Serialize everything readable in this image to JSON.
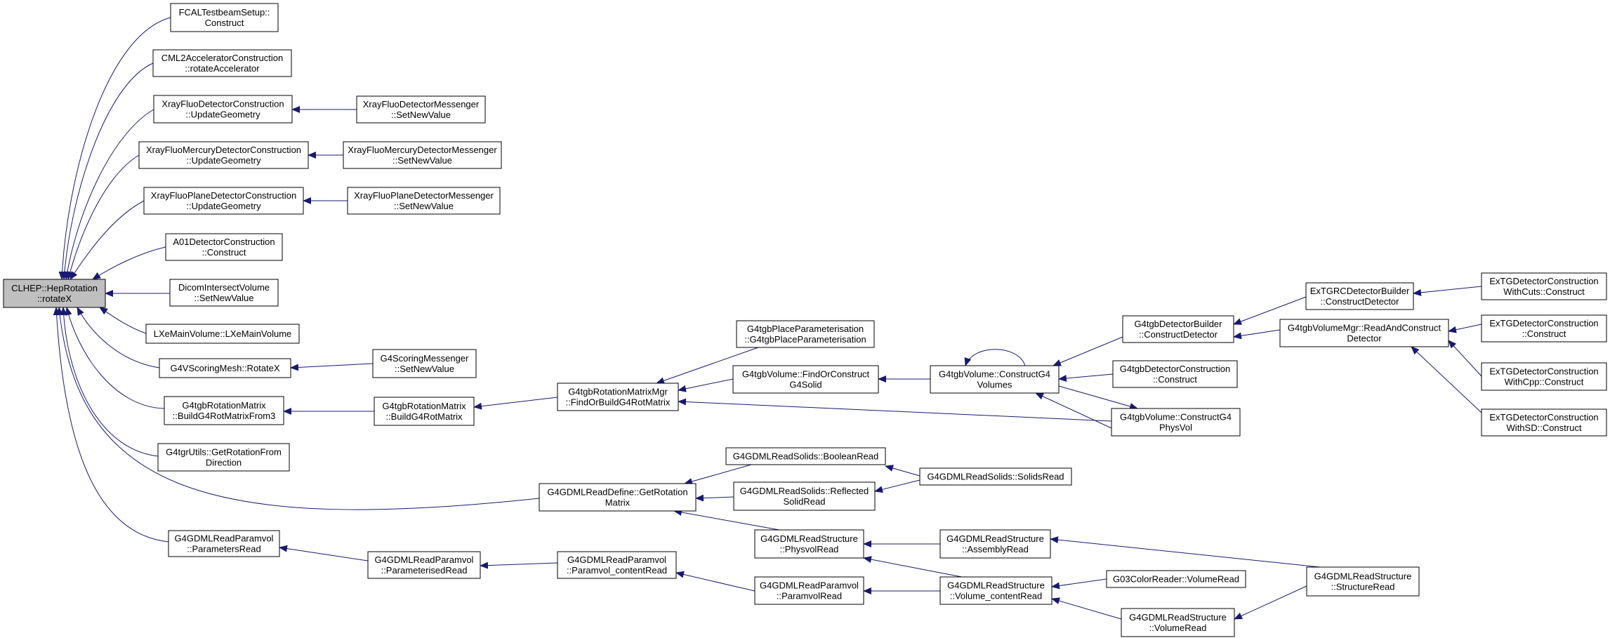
{
  "colors": {
    "edge": "#191970",
    "node_border": "#000000",
    "node_fill": "#ffffff",
    "root_fill": "#bfbfbf",
    "text": "#000000"
  },
  "nodes": [
    {
      "id": "root",
      "lines": [
        "CLHEP::HepRotation",
        "::rotateX"
      ],
      "root": true
    },
    {
      "id": "fcal",
      "lines": [
        "FCALTestbeamSetup::",
        "Construct"
      ]
    },
    {
      "id": "cml2",
      "lines": [
        "CML2AcceleratorConstruction",
        "::rotateAccelerator"
      ]
    },
    {
      "id": "xfdc",
      "lines": [
        "XrayFluoDetectorConstruction",
        "::UpdateGeometry"
      ]
    },
    {
      "id": "xfdm",
      "lines": [
        "XrayFluoDetectorMessenger",
        "::SetNewValue"
      ]
    },
    {
      "id": "xfmdc",
      "lines": [
        "XrayFluoMercuryDetectorConstruction",
        "::UpdateGeometry"
      ]
    },
    {
      "id": "xfmdm",
      "lines": [
        "XrayFluoMercuryDetectorMessenger",
        "::SetNewValue"
      ]
    },
    {
      "id": "xfpdc",
      "lines": [
        "XrayFluoPlaneDetectorConstruction",
        "::UpdateGeometry"
      ]
    },
    {
      "id": "xfpdm",
      "lines": [
        "XrayFluoPlaneDetectorMessenger",
        "::SetNewValue"
      ]
    },
    {
      "id": "a01",
      "lines": [
        "A01DetectorConstruction",
        "::Construct"
      ]
    },
    {
      "id": "dicom",
      "lines": [
        "DicomIntersectVolume",
        "::SetNewValue"
      ]
    },
    {
      "id": "lxe",
      "lines": [
        "LXeMainVolume::LXeMainVolume"
      ]
    },
    {
      "id": "g4vsm",
      "lines": [
        "G4VScoringMesh::RotateX"
      ]
    },
    {
      "id": "g4sm",
      "lines": [
        "G4ScoringMessenger",
        "::SetNewValue"
      ]
    },
    {
      "id": "rm3",
      "lines": [
        "G4tgbRotationMatrix",
        "::BuildG4RotMatrixFrom3"
      ]
    },
    {
      "id": "rmb",
      "lines": [
        "G4tgbRotationMatrix",
        "::BuildG4RotMatrix"
      ]
    },
    {
      "id": "rmm",
      "lines": [
        "G4tgbRotationMatrixMgr",
        "::FindOrBuildG4RotMatrix"
      ]
    },
    {
      "id": "gru",
      "lines": [
        "G4tgrUtils::GetRotationFrom",
        "Direction"
      ]
    },
    {
      "id": "gdmld",
      "lines": [
        "G4GDMLReadDefine::GetRotation",
        "Matrix"
      ]
    },
    {
      "id": "prpar",
      "lines": [
        "G4GDMLReadParamvol",
        "::ParametersRead"
      ]
    },
    {
      "id": "prparam",
      "lines": [
        "G4GDMLReadParamvol",
        "::ParameterisedRead"
      ]
    },
    {
      "id": "prpcr",
      "lines": [
        "G4GDMLReadParamvol",
        "::Paramvol_contentRead"
      ]
    },
    {
      "id": "prpv",
      "lines": [
        "G4GDMLReadParamvol",
        "::ParamvolRead"
      ]
    },
    {
      "id": "tgpp",
      "lines": [
        "G4tgbPlaceParameterisation",
        "::G4tgbPlaceParameterisation"
      ]
    },
    {
      "id": "tgfoc",
      "lines": [
        "G4tgbVolume::FindOrConstruct",
        "G4Solid"
      ]
    },
    {
      "id": "tgcv",
      "lines": [
        "G4tgbVolume::ConstructG4",
        "Volumes"
      ]
    },
    {
      "id": "tgdb",
      "lines": [
        "G4tgbDetectorBuilder",
        "::ConstructDetector"
      ]
    },
    {
      "id": "tgdc",
      "lines": [
        "G4tgbDetectorConstruction",
        "::Construct"
      ]
    },
    {
      "id": "tgcpv",
      "lines": [
        "G4tgbVolume::ConstructG4",
        "PhysVol"
      ]
    },
    {
      "id": "extgrc",
      "lines": [
        "ExTGRCDetectorBuilder",
        "::ConstructDetector"
      ]
    },
    {
      "id": "tgvm",
      "lines": [
        "G4tgbVolumeMgr::ReadAndConstruct",
        "Detector"
      ]
    },
    {
      "id": "excuts",
      "lines": [
        "ExTGDetectorConstruction",
        "WithCuts::Construct"
      ]
    },
    {
      "id": "exc",
      "lines": [
        "ExTGDetectorConstruction",
        "::Construct"
      ]
    },
    {
      "id": "excpp",
      "lines": [
        "ExTGDetectorConstruction",
        "WithCpp::Construct"
      ]
    },
    {
      "id": "exsd",
      "lines": [
        "ExTGDetectorConstruction",
        "WithSD::Construct"
      ]
    },
    {
      "id": "rsbool",
      "lines": [
        "G4GDMLReadSolids::BooleanRead"
      ]
    },
    {
      "id": "rsrefl",
      "lines": [
        "G4GDMLReadSolids::Reflected",
        "SolidRead"
      ]
    },
    {
      "id": "rssolids",
      "lines": [
        "G4GDMLReadSolids::SolidsRead"
      ]
    },
    {
      "id": "rstphys",
      "lines": [
        "G4GDMLReadStructure",
        "::PhysvolRead"
      ]
    },
    {
      "id": "rstasm",
      "lines": [
        "G4GDMLReadStructure",
        "::AssemblyRead"
      ]
    },
    {
      "id": "rstvcr",
      "lines": [
        "G4GDMLReadStructure",
        "::Volume_contentRead"
      ]
    },
    {
      "id": "g03",
      "lines": [
        "G03ColorReader::VolumeRead"
      ]
    },
    {
      "id": "rstvol",
      "lines": [
        "G4GDMLReadStructure",
        "::VolumeRead"
      ]
    },
    {
      "id": "rststr",
      "lines": [
        "G4GDMLReadStructure",
        "::StructureRead"
      ]
    }
  ],
  "edges": [
    [
      "fcal",
      "root"
    ],
    [
      "cml2",
      "root"
    ],
    [
      "xfdc",
      "root"
    ],
    [
      "xfmdc",
      "root"
    ],
    [
      "xfpdc",
      "root"
    ],
    [
      "a01",
      "root"
    ],
    [
      "dicom",
      "root"
    ],
    [
      "lxe",
      "root"
    ],
    [
      "g4vsm",
      "root"
    ],
    [
      "rm3",
      "root"
    ],
    [
      "gru",
      "root"
    ],
    [
      "gdmld",
      "root"
    ],
    [
      "prpar",
      "root"
    ],
    [
      "xfdm",
      "xfdc"
    ],
    [
      "xfmdm",
      "xfmdc"
    ],
    [
      "xfpdm",
      "xfpdc"
    ],
    [
      "g4sm",
      "g4vsm"
    ],
    [
      "rmb",
      "rm3"
    ],
    [
      "rmm",
      "rmb"
    ],
    [
      "tgpp",
      "rmm"
    ],
    [
      "tgfoc",
      "rmm"
    ],
    [
      "tgcpv",
      "rmm"
    ],
    [
      "tgcv",
      "tgfoc"
    ],
    [
      "tgcv",
      "tgcv"
    ],
    [
      "tgdb",
      "tgcv"
    ],
    [
      "tgdc",
      "tgcv"
    ],
    [
      "tgcpv",
      "tgcv"
    ],
    [
      "tgcv",
      "tgcpv"
    ],
    [
      "extgrc",
      "tgdb"
    ],
    [
      "tgvm",
      "tgdb"
    ],
    [
      "excuts",
      "extgrc"
    ],
    [
      "exc",
      "tgvm"
    ],
    [
      "excpp",
      "tgvm"
    ],
    [
      "exsd",
      "tgvm"
    ],
    [
      "rsbool",
      "gdmld"
    ],
    [
      "rsrefl",
      "gdmld"
    ],
    [
      "rstphys",
      "gdmld"
    ],
    [
      "rssolids",
      "rsbool"
    ],
    [
      "rssolids",
      "rsrefl"
    ],
    [
      "rstasm",
      "rstphys"
    ],
    [
      "rstvcr",
      "rstphys"
    ],
    [
      "rststr",
      "rstasm"
    ],
    [
      "g03",
      "rstvcr"
    ],
    [
      "rstvol",
      "rstvcr"
    ],
    [
      "rststr",
      "rstvol"
    ],
    [
      "rstvcr",
      "prpv"
    ],
    [
      "prparam",
      "prpar"
    ],
    [
      "prpcr",
      "prparam"
    ],
    [
      "prpv",
      "prpcr"
    ]
  ]
}
